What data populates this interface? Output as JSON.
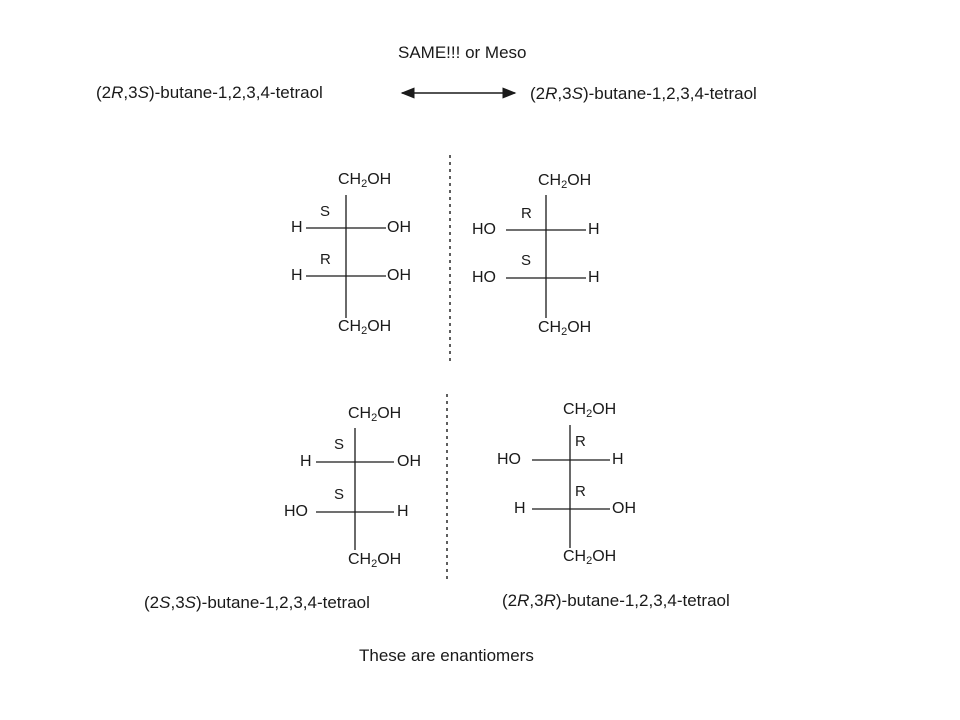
{
  "header": {
    "title": "SAME!!! or Meso",
    "left_name": {
      "pre": "(2",
      "a": "R",
      "mid": ",3",
      "b": "S",
      "post": ")-butane-1,2,3,4-tetraol"
    },
    "right_name": {
      "pre": "(2",
      "a": "R",
      "mid": ",3",
      "b": "S",
      "post": ")-butane-1,2,3,4-tetraol"
    }
  },
  "molecules": {
    "m1": {
      "top_a": "CH",
      "top_s": "2",
      "top_b": "OH",
      "r1_left": "H",
      "r1_right": "OH",
      "r1_cfg": "S",
      "r2_left": "H",
      "r2_right": "OH",
      "r2_cfg": "R",
      "bot_a": "CH",
      "bot_s": "2",
      "bot_b": "OH"
    },
    "m2": {
      "top_a": "CH",
      "top_s": "2",
      "top_b": "OH",
      "r1_left": "HO",
      "r1_right": "H",
      "r1_cfg": "R",
      "r2_left": "HO",
      "r2_right": "H",
      "r2_cfg": "S",
      "bot_a": "CH",
      "bot_s": "2",
      "bot_b": "OH"
    },
    "m3": {
      "top_a": "CH",
      "top_s": "2",
      "top_b": "OH",
      "r1_left": "H",
      "r1_right": "OH",
      "r1_cfg": "S",
      "r2_left": "HO",
      "r2_right": "H",
      "r2_cfg": "S",
      "bot_a": "CH",
      "bot_s": "2",
      "bot_b": "OH"
    },
    "m4": {
      "top_a": "CH",
      "top_s": "2",
      "top_b": "OH",
      "r1_left": "HO",
      "r1_right": "H",
      "r1_cfg": "R",
      "r2_left": "H",
      "r2_right": "OH",
      "r2_cfg": "R",
      "bot_a": "CH",
      "bot_s": "2",
      "bot_b": "OH"
    }
  },
  "names": {
    "bottom_left": {
      "pre": "(2",
      "a": "S",
      "mid": ",3",
      "b": "S",
      "post": ")-butane-1,2,3,4-tetraol"
    },
    "bottom_right": {
      "pre": "(2",
      "a": "R",
      "mid": ",3",
      "b": "R",
      "post": ")-butane-1,2,3,4-tetraol"
    }
  },
  "footer": {
    "text": "These are enantiomers"
  }
}
